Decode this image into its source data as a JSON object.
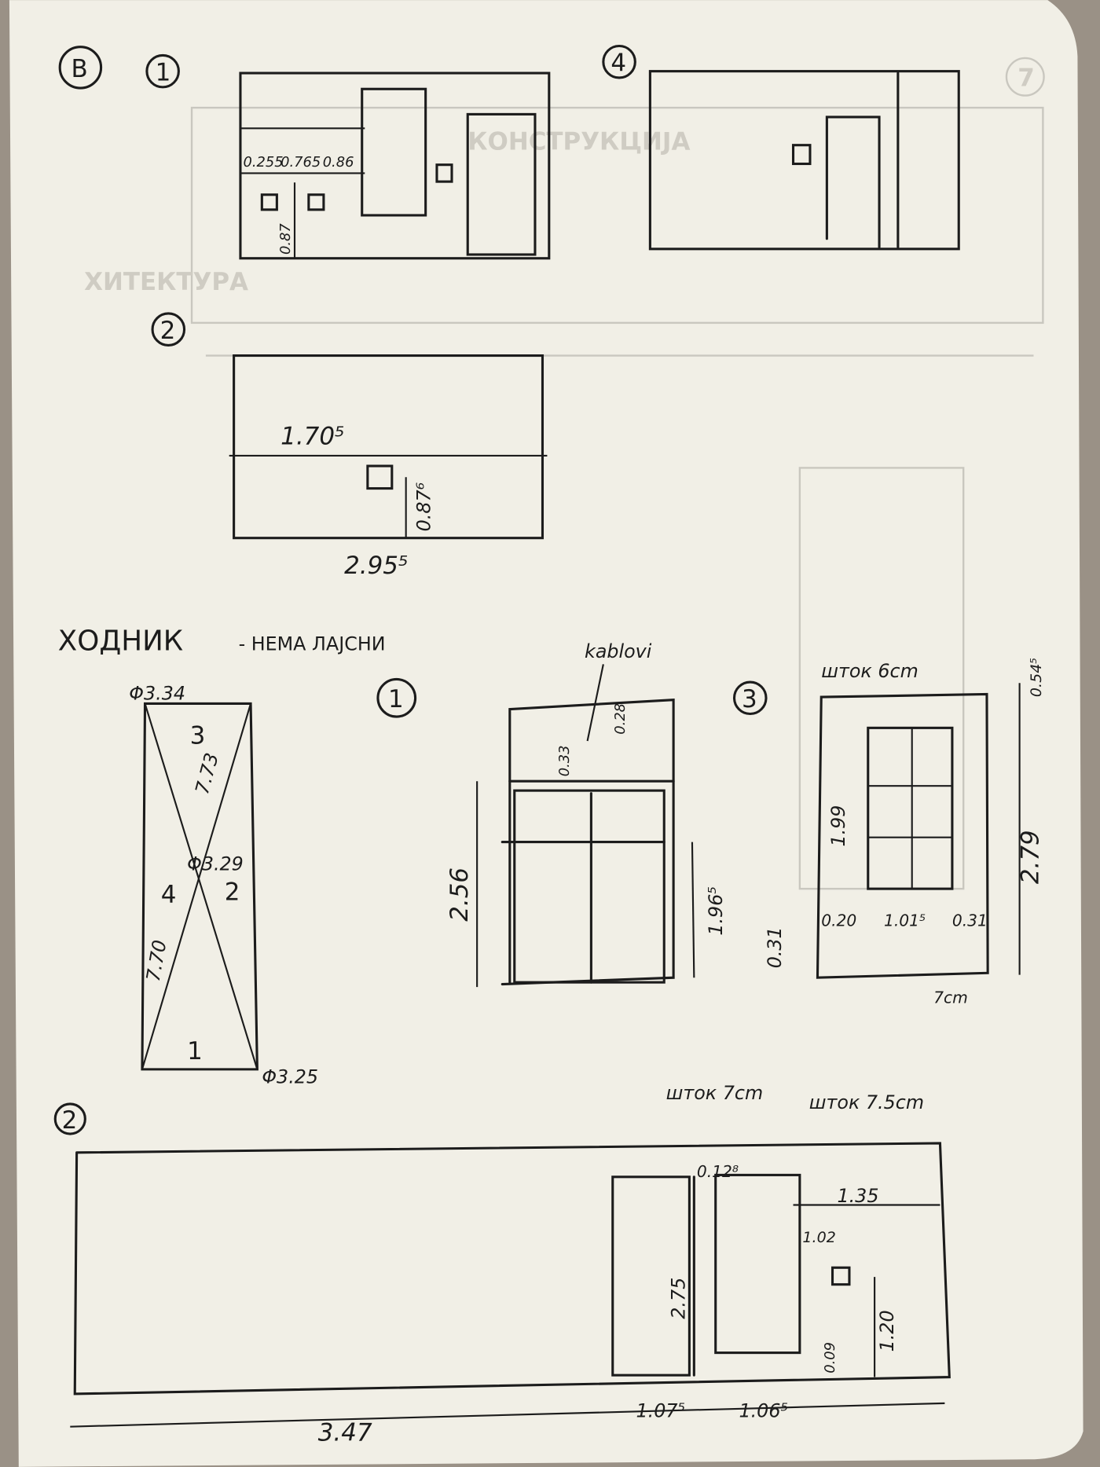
{
  "page_marks": {
    "section": "B",
    "corner_number": "7"
  },
  "sketch_1": {
    "number": "1",
    "dims": [
      "0.255",
      "0.765",
      "0.86",
      "0.87"
    ]
  },
  "sketch_4": {
    "number": "4"
  },
  "sketch_2_top": {
    "number": "2",
    "width_inner": "1.70⁵",
    "height": "0.87⁶",
    "width_total": "2.95⁵"
  },
  "hallway": {
    "title": "ХОДНИК",
    "note": "- НЕМА ЛАЈСНИ"
  },
  "floor_plan": {
    "corner_tl": "Φ3.34",
    "corner_c": "Φ3.29",
    "corner_br": "Φ3.25",
    "diag_1": "7.73",
    "diag_2": "7.70",
    "walls": [
      "1",
      "2",
      "3",
      "4"
    ]
  },
  "wall_1": {
    "number": "1",
    "cable_label": "kablovi",
    "dim_top": "0.28",
    "dim_cable": "0.33",
    "height": "2.56",
    "door_height": "1.96⁵"
  },
  "wall_3": {
    "number": "3",
    "frame": "шток 6cm",
    "top": "0.54⁵",
    "win_height": "1.99",
    "height": "2.79",
    "left": "0.20",
    "win_width": "1.01⁵",
    "right": "0.31",
    "sill": "0.31",
    "mullion": "7cm"
  },
  "wall_2": {
    "number": "2",
    "frame_a": "шток 7cm",
    "frame_b": "шток 7.5cm",
    "gap": "0.12⁸",
    "right_width": "1.35",
    "switch_off": "1.02",
    "door_height": "2.75",
    "switch_height": "1.20",
    "base": "0.09",
    "door_a": "1.07⁵",
    "door_b": "1.06⁵",
    "total": "3.47"
  },
  "colors": {
    "paper": "#f1efe6",
    "ink": "#1c1c1c",
    "ghost": "#c9c7bf"
  }
}
